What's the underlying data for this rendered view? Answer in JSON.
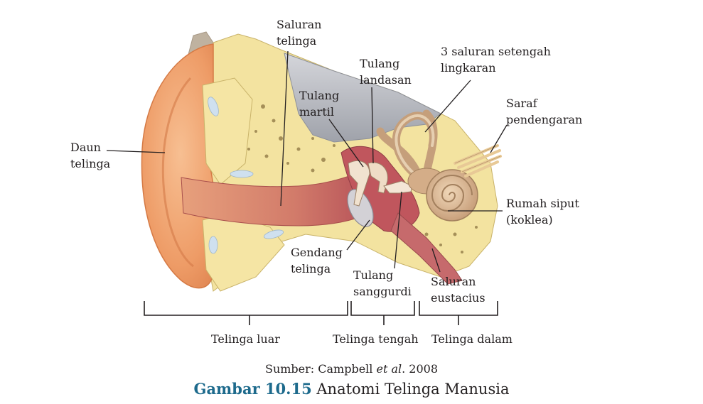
{
  "labels": {
    "daun_telinga": [
      "Daun",
      "telinga"
    ],
    "saluran_telinga": [
      "Saluran",
      "telinga"
    ],
    "tulang_martil": [
      "Tulang",
      "martil"
    ],
    "tulang_landasan": [
      "Tulang",
      "landasan"
    ],
    "saluran_setengah_lingkaran": [
      "3 saluran setengah",
      "lingkaran"
    ],
    "saraf_pendengaran": [
      "Saraf",
      "pendengaran"
    ],
    "rumah_siput": [
      "Rumah siput",
      "(koklea)"
    ],
    "gendang_telinga": [
      "Gendang",
      "telinga"
    ],
    "tulang_sanggurdi": [
      "Tulang",
      "sanggurdi"
    ],
    "saluran_eustacius": [
      "Saluran",
      "eustacius"
    ]
  },
  "sections": {
    "outer": "Telinga luar",
    "middle": "Telinga tengah",
    "inner": "Telinga dalam"
  },
  "source": {
    "prefix": "Sumber: Campbell ",
    "italic": "et al",
    "suffix": ". 2008"
  },
  "caption": {
    "number": "Gambar 10.15",
    "title": " Anatomi Telinga Manusia"
  },
  "colors": {
    "caption_number": "#1d6a8c",
    "skin": "#f2a574",
    "bone": "#f3e3a0",
    "canal": "#c76a62",
    "inner_ear": "#d9b48f"
  }
}
